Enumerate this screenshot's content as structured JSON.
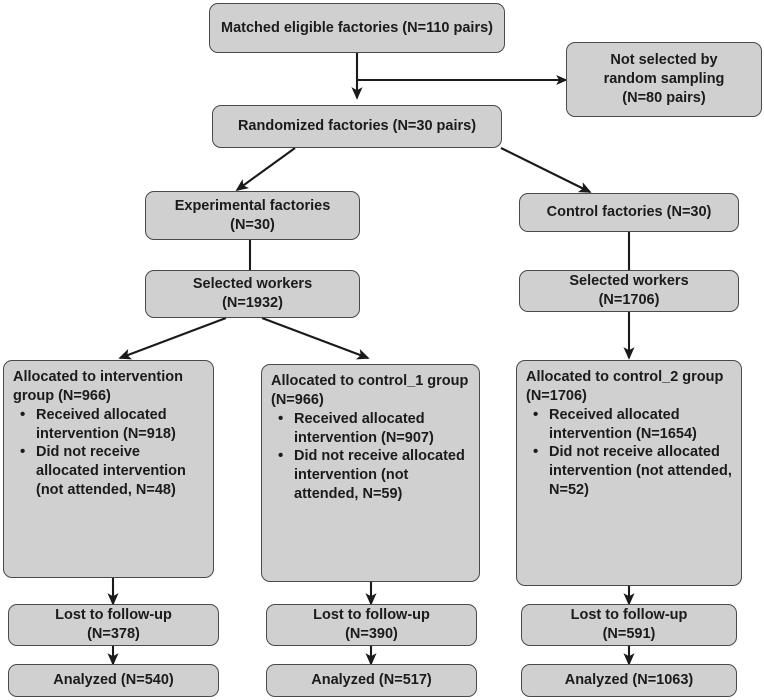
{
  "diagram": {
    "type": "consort-flow-diagram",
    "colors": {
      "node_fill": "#d0d0d0",
      "node_border": "#4a4a4a",
      "edge": "#1a1a1a",
      "text": "#1b1b1b",
      "background": "#ffffff"
    },
    "nodes": {
      "matched_eligible": {
        "text": "Matched eligible factories (N=110 pairs)"
      },
      "not_selected": {
        "line1": "Not selected by",
        "line2": "random sampling",
        "line3": "(N=80 pairs)"
      },
      "randomized": {
        "text": "Randomized factories (N=30 pairs)"
      },
      "experimental_factories": {
        "line1": "Experimental factories",
        "line2": "(N=30)"
      },
      "control_factories": {
        "text": "Control factories (N=30)"
      },
      "selected_workers_exp": {
        "line1": "Selected workers",
        "line2": "(N=1932)"
      },
      "selected_workers_ctrl": {
        "line1": "Selected workers",
        "line2": "(N=1706)"
      },
      "alloc_intervention": {
        "head": "Allocated to intervention group (N=966)",
        "bullets": [
          "Received allocated intervention (N=918)",
          "Did not receive allocated intervention (not attended, N=48)"
        ]
      },
      "alloc_control_1": {
        "head": "Allocated to control_1 group (N=966)",
        "bullets": [
          "Received allocated intervention (N=907)",
          "Did not receive allocated intervention (not attended, N=59)"
        ]
      },
      "alloc_control_2": {
        "head": "Allocated to control_2 group (N=1706)",
        "bullets": [
          "Received allocated intervention (N=1654)",
          "Did not receive allocated intervention (not attended, N=52)"
        ]
      },
      "lost_intervention": {
        "line1": "Lost to follow-up",
        "line2": "(N=378)"
      },
      "lost_control_1": {
        "line1": "Lost to follow-up",
        "line2": "(N=390)"
      },
      "lost_control_2": {
        "line1": "Lost to follow-up",
        "line2": "(N=591)"
      },
      "analyzed_intervention": {
        "text": "Analyzed (N=540)"
      },
      "analyzed_control_1": {
        "text": "Analyzed (N=517)"
      },
      "analyzed_control_2": {
        "text": "Analyzed (N=1063)"
      }
    },
    "bullet_glyph": "•"
  }
}
